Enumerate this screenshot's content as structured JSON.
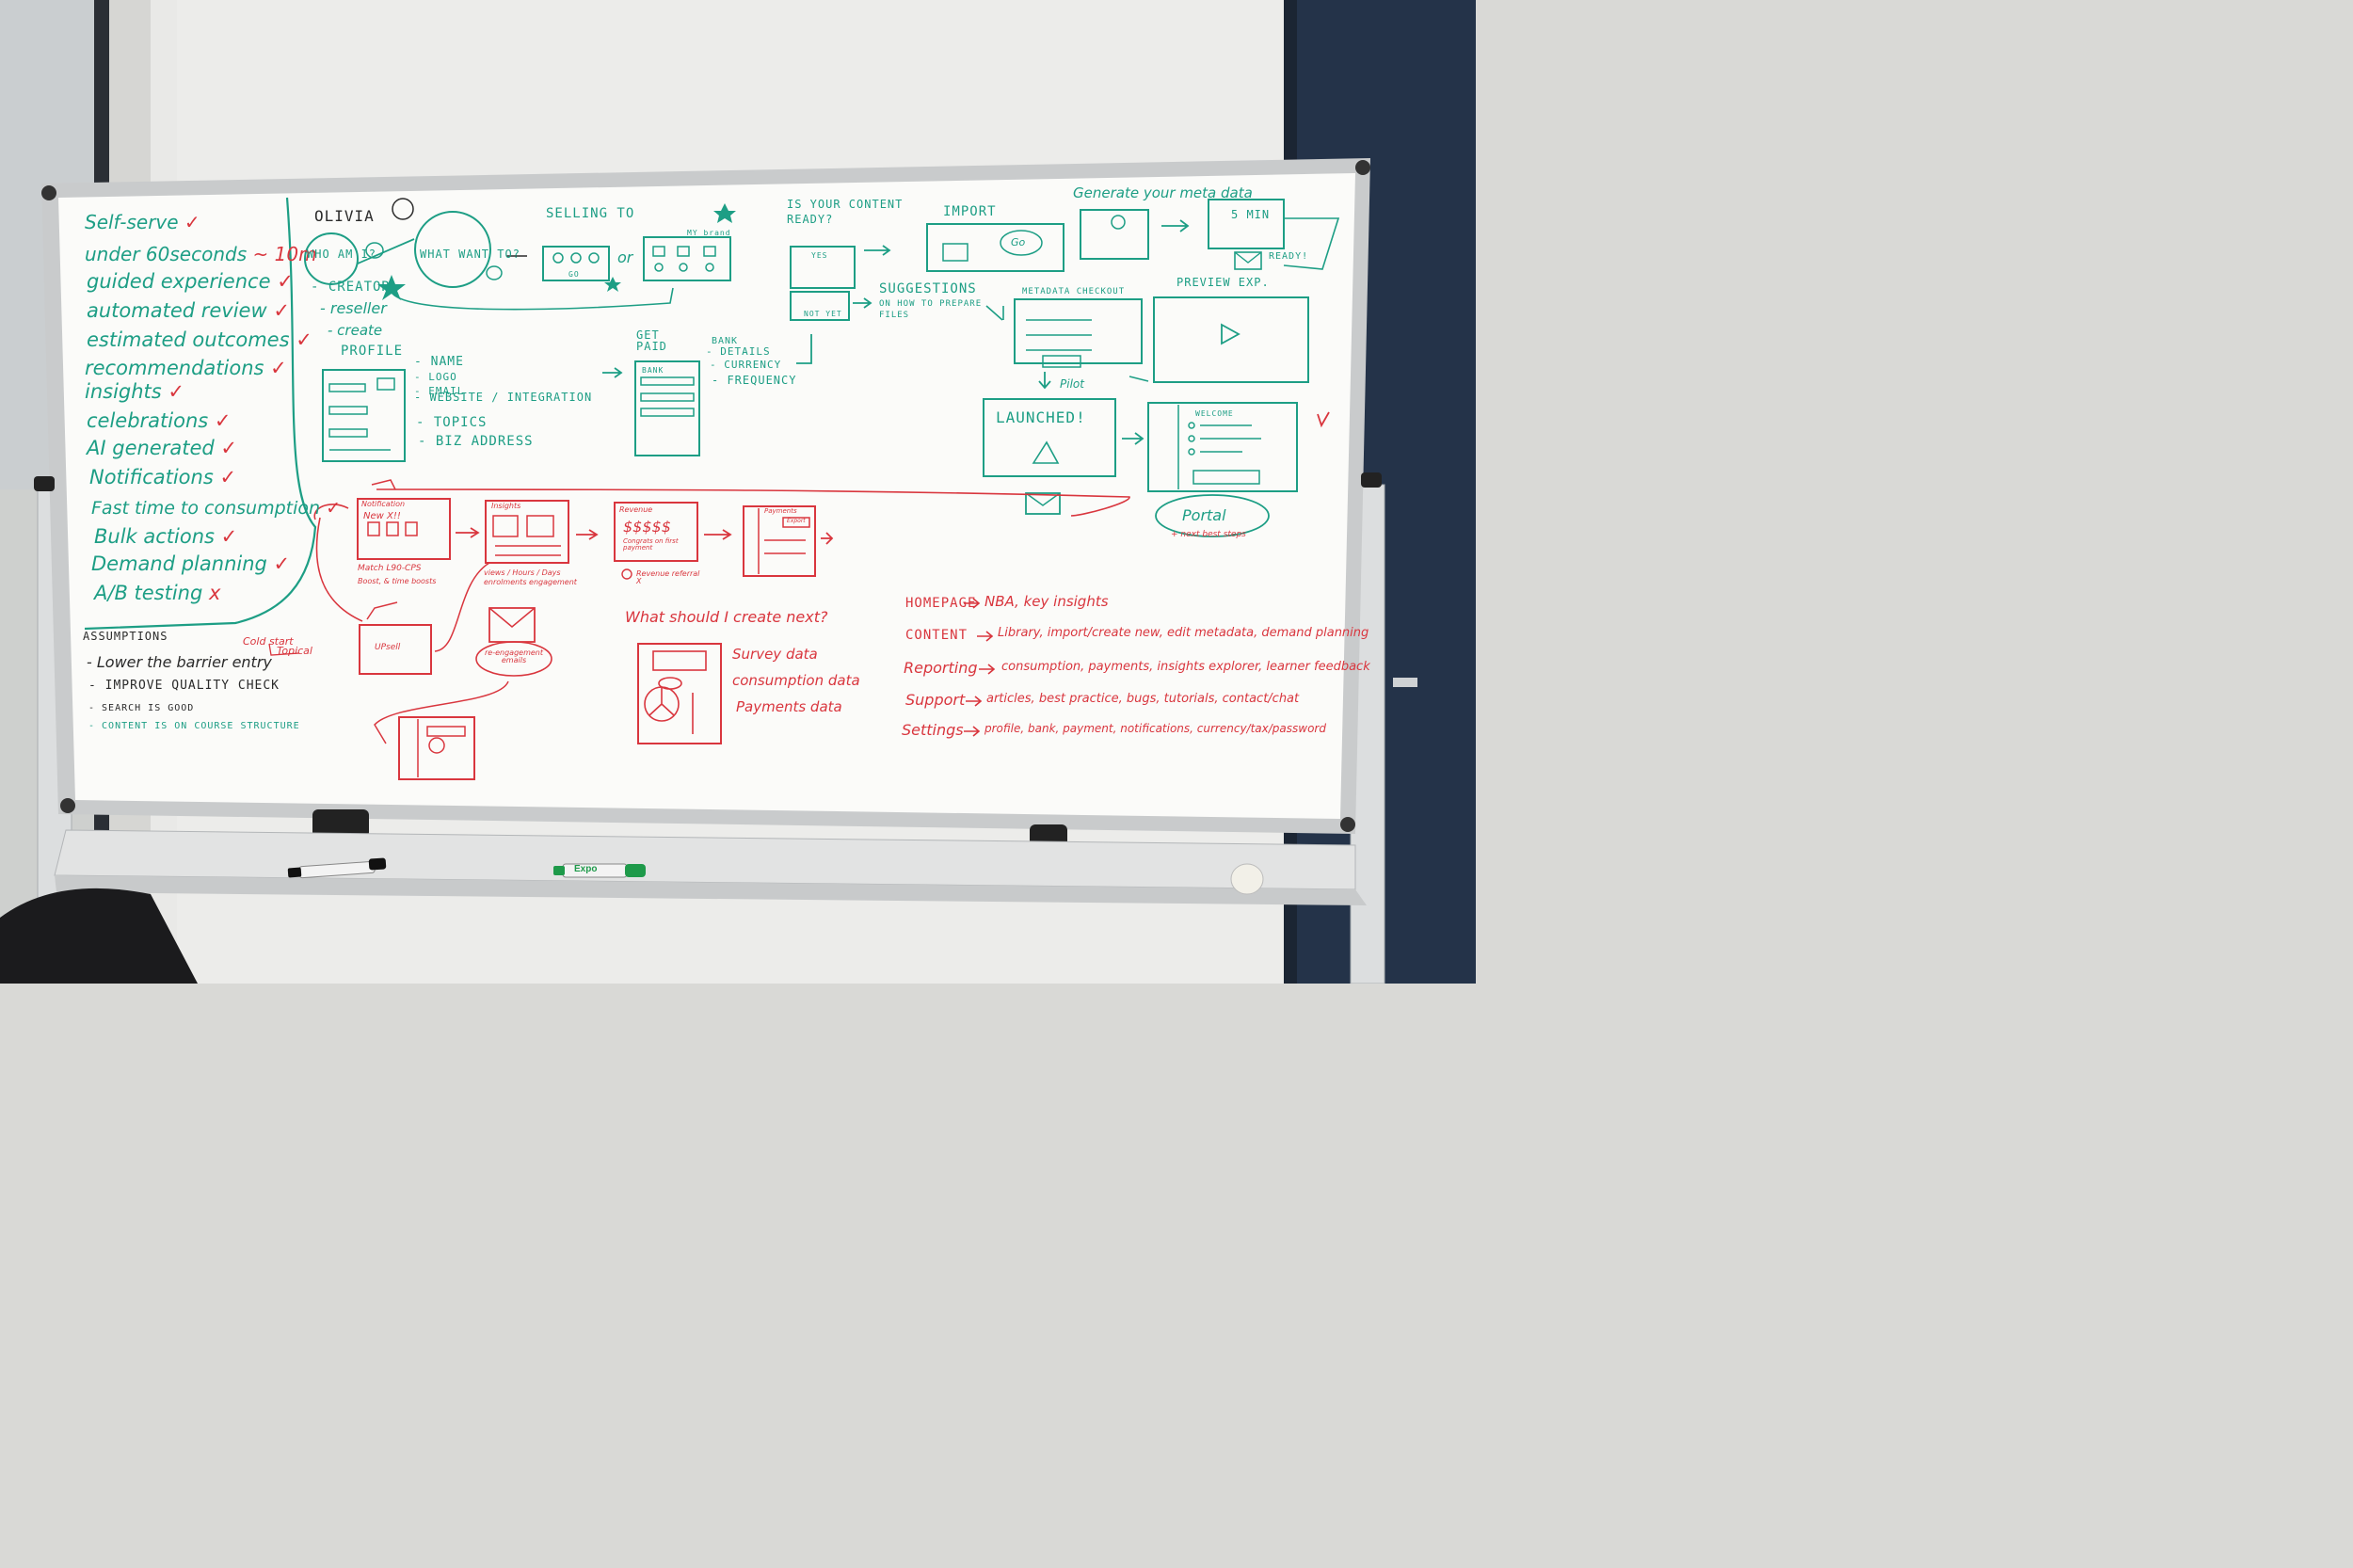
{
  "left_checklist": {
    "items": [
      {
        "text": "Self-serve",
        "mark": "✓"
      },
      {
        "text": "under 60seconds",
        "mark": "~ 10m"
      },
      {
        "text": "guided experience",
        "mark": "✓"
      },
      {
        "text": "automated review",
        "mark": "✓"
      },
      {
        "text": "estimated outcomes",
        "mark": "✓"
      },
      {
        "text": "recommendations",
        "mark": "✓"
      },
      {
        "text": "insights",
        "mark": "✓"
      },
      {
        "text": "celebrations",
        "mark": "✓"
      },
      {
        "text": "AI generated",
        "mark": "✓"
      },
      {
        "text": "Notifications",
        "mark": "✓"
      },
      {
        "text": "Fast time to consumption",
        "mark": "✓"
      },
      {
        "text": "Bulk actions",
        "mark": "✓"
      },
      {
        "text": "Demand planning",
        "mark": "✓"
      },
      {
        "text": "A/B testing",
        "mark": "x"
      }
    ]
  },
  "assumptions": {
    "title": "ASSUMPTIONS",
    "items": [
      "- Lower the barrier entry",
      "- IMPROVE QUALITY CHECK",
      "- SEARCH IS GOOD",
      "- CONTENT IS ON COURSE STRUCTURE"
    ]
  },
  "cold_start": {
    "line1": "Cold start",
    "line2": "Topical"
  },
  "onboarding": {
    "persona": "OLIVIA",
    "who_am_i": "WHO AM I?",
    "what_want": "WHAT WANT TO?",
    "roles": [
      "- CREATOR",
      "- reseller",
      "- create"
    ],
    "profile_title": "PROFILE",
    "profile_fields": [
      "- NAME",
      "- LOGO",
      "- EMAIL",
      "- WEBSITE / INTEGRATION",
      "- TOPICS",
      "- BIZ ADDRESS"
    ],
    "selling_to": "SELLING TO",
    "or_label": "or",
    "my_brand_label": "MY brand",
    "go_label": "GO",
    "get_paid": "GET PAID",
    "bank_label": "BANK",
    "bank_fields": [
      "BANK",
      "- DETAILS",
      "- CURRENCY",
      "- FREQUENCY"
    ],
    "content_ready": "IS YOUR CONTENT READY?",
    "yes_label": "YES",
    "not_yet_label": "NOT YET",
    "suggestions": "SUGGESTIONS",
    "suggestions_sub": "ON HOW TO PREPARE FILES",
    "import_label": "IMPORT",
    "go_cloud": "Go",
    "generate_meta": "Generate your meta data",
    "five_min": "5 MIN",
    "ready": "READY!",
    "metadata_checkout": "METADATA CHECKOUT",
    "preview_exp": "PREVIEW EXP.",
    "pilot": "Pilot",
    "launched": "LAUNCHED!",
    "welcome": "WELCOME",
    "portal": "Portal",
    "next_steps": "+ next best steps",
    "tick": "✓"
  },
  "red_flow": {
    "notification_title": "Notification",
    "notification_body": "New X!!",
    "match_line": "Match L90-CPS",
    "boost_line": "Boost, & time boosts",
    "insights_title": "Insights",
    "insights_caption": "views / Hours / Days enrolments engagement",
    "revenue_title": "Revenue",
    "revenue_amount": "$$$$$",
    "revenue_body": "Congrats on first payment",
    "revenue_caption": "Revenue referral X",
    "payments_title": "Payments",
    "payments_export": "Export",
    "upsell_label": "UPsell",
    "reengagement": "re-engagement emails",
    "what_next": "What should I create next?",
    "data_list": [
      "Survey data",
      "consumption data",
      "Payments data"
    ],
    "sitemap": [
      {
        "section": "HOMEPAGE",
        "desc": "NBA, key insights"
      },
      {
        "section": "CONTENT",
        "desc": "Library, import/create new, edit metadata, demand planning"
      },
      {
        "section": "Reporting",
        "desc": "consumption, payments, insights explorer, learner feedback"
      },
      {
        "section": "Support",
        "desc": "articles, best practice, bugs, tutorials, contact/chat"
      },
      {
        "section": "Settings",
        "desc": "profile, bank, payment, notifications, currency/tax/password"
      }
    ]
  },
  "markers": {
    "black_brand": "",
    "green_brand": "Expo"
  },
  "colors": {
    "green": "#1d9e85",
    "red": "#d9363e",
    "black": "#2b2b2b",
    "board": "#fbfbf9",
    "frame": "#c9cbcc"
  }
}
